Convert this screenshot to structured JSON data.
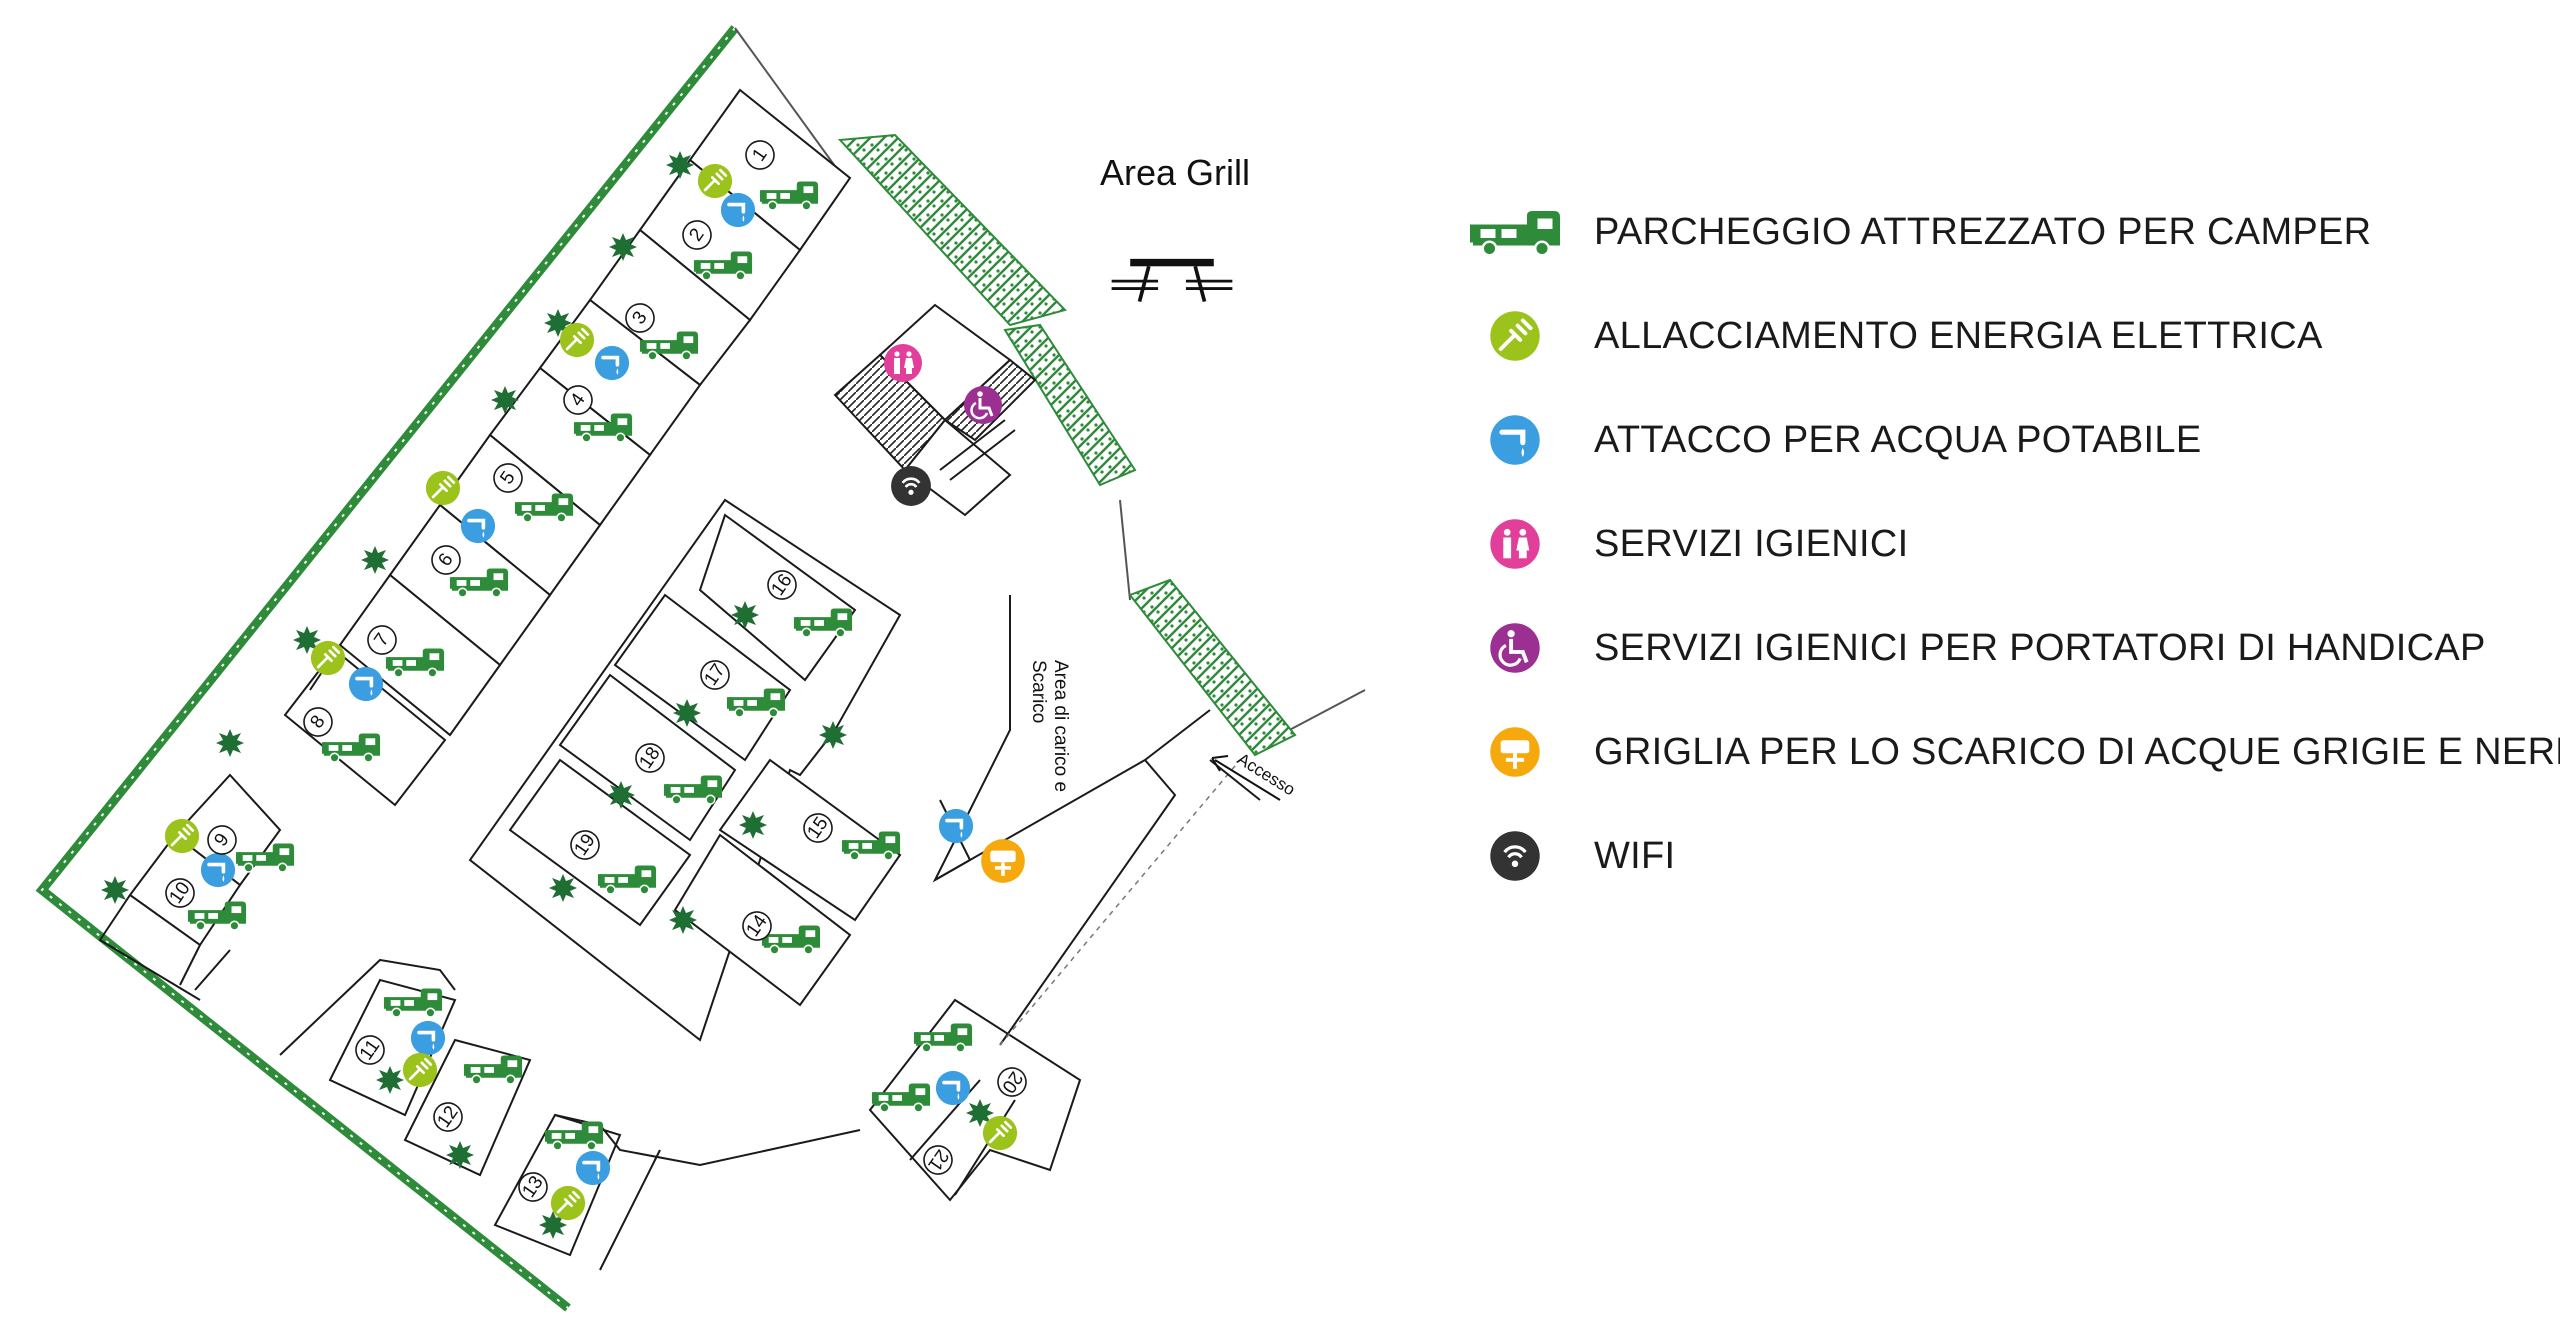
{
  "map": {
    "grill_label": "Area Grill",
    "loading_label_line1": "Area di carico e",
    "loading_label_line2": "Scarico",
    "access_label": "Accesso",
    "stall_numbers": [
      "1",
      "2",
      "3",
      "4",
      "5",
      "6",
      "7",
      "8",
      "9",
      "10",
      "11",
      "12",
      "13",
      "14",
      "15",
      "16",
      "17",
      "18",
      "19",
      "20",
      "21"
    ]
  },
  "legend": {
    "items": [
      {
        "icon": "camper-icon",
        "label": "PARCHEGGIO ATTREZZATO PER CAMPER",
        "color": "#2e8b3a"
      },
      {
        "icon": "electric-plug-icon",
        "label": "ALLACCIAMENTO ENERGIA ELETTRICA",
        "color": "#9cc21c"
      },
      {
        "icon": "water-tap-icon",
        "label": "ATTACCO PER ACQUA POTABILE",
        "color": "#3a9ee0"
      },
      {
        "icon": "toilets-icon",
        "label": "SERVIZI IGIENICI",
        "color": "#e23f9b"
      },
      {
        "icon": "wheelchair-icon",
        "label": "SERVIZI IGIENICI PER PORTATORI DI HANDICAP",
        "color": "#9c2f92"
      },
      {
        "icon": "waste-grid-icon",
        "label": "GRIGLIA PER LO SCARICO DI ACQUE GRIGIE E NERE",
        "color": "#f5a90c"
      },
      {
        "icon": "wifi-icon",
        "label": "WIFI",
        "color": "#333333"
      }
    ]
  },
  "colors": {
    "hedge": "#2e8b3a",
    "tree": "#1f6e34",
    "camper": "#2e8b3a"
  }
}
